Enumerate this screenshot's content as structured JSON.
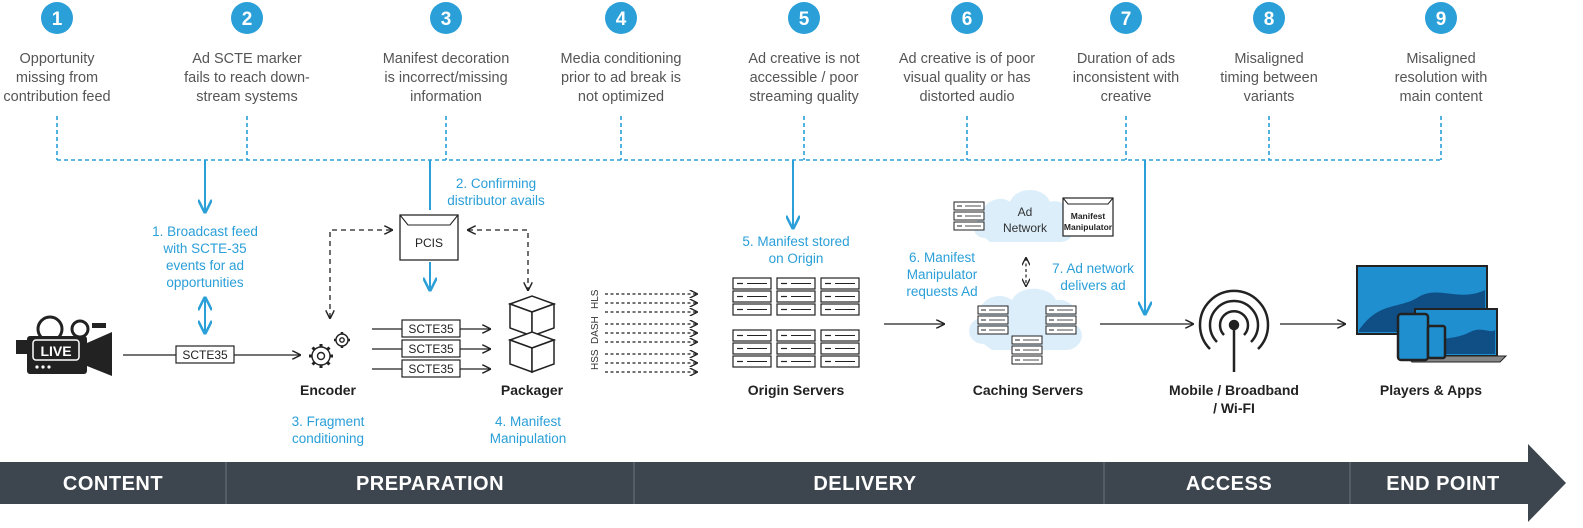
{
  "issues": [
    {
      "number": "1",
      "lines": [
        "Opportunity",
        "missing from",
        "contribution feed"
      ]
    },
    {
      "number": "2",
      "lines": [
        "Ad SCTE marker",
        "fails to reach down-",
        "stream systems"
      ]
    },
    {
      "number": "3",
      "lines": [
        "Manifest decoration",
        "is incorrect/missing",
        "information"
      ]
    },
    {
      "number": "4",
      "lines": [
        "Media conditioning",
        "prior to ad break is",
        "not optimized"
      ]
    },
    {
      "number": "5",
      "lines": [
        "Ad creative is not",
        "accessible / poor",
        "streaming quality"
      ]
    },
    {
      "number": "6",
      "lines": [
        "Ad creative is of poor",
        "visual quality or has",
        "distorted audio"
      ]
    },
    {
      "number": "7",
      "lines": [
        "Duration of ads",
        "inconsistent with",
        "creative"
      ]
    },
    {
      "number": "8",
      "lines": [
        "Misaligned",
        "timing between",
        "variants"
      ]
    },
    {
      "number": "9",
      "lines": [
        "Misaligned",
        "resolution with",
        "main content"
      ]
    }
  ],
  "steps": [
    {
      "lines": [
        "1. Broadcast feed",
        "with SCTE-35",
        "events for ad",
        "opportunities"
      ]
    },
    {
      "lines": [
        "2. Confirming",
        "distributor avails"
      ]
    },
    {
      "lines": [
        "3. Fragment",
        "conditioning"
      ]
    },
    {
      "lines": [
        "4. Manifest",
        "Manipulation"
      ]
    },
    {
      "lines": [
        "5. Manifest stored",
        "on Origin"
      ]
    },
    {
      "lines": [
        "6. Manifest",
        "Manipulator",
        "requests Ad"
      ]
    },
    {
      "lines": [
        "7. Ad network",
        "delivers ad"
      ]
    }
  ],
  "components": {
    "live_badge": "LIVE",
    "scte_label": "SCTE35",
    "pcis": "PCIS",
    "encoder": "Encoder",
    "packager": "Packager",
    "protocols": [
      "HSS",
      "DASH",
      "HLS"
    ],
    "origin": "Origin Servers",
    "caching": "Caching Servers",
    "ad_network": [
      "Ad",
      "Network"
    ],
    "manifest_manipulator": [
      "Manifest",
      "Manipulator"
    ],
    "access": [
      "Mobile / Broadband",
      "/ Wi-FI"
    ],
    "players": "Players & Apps"
  },
  "stages": [
    "CONTENT",
    "PREPARATION",
    "DELIVERY",
    "ACCESS",
    "END POINT"
  ],
  "colors": {
    "accent_blue": "#2a9fd8",
    "bar": "#3d464f",
    "line": "#222222"
  }
}
